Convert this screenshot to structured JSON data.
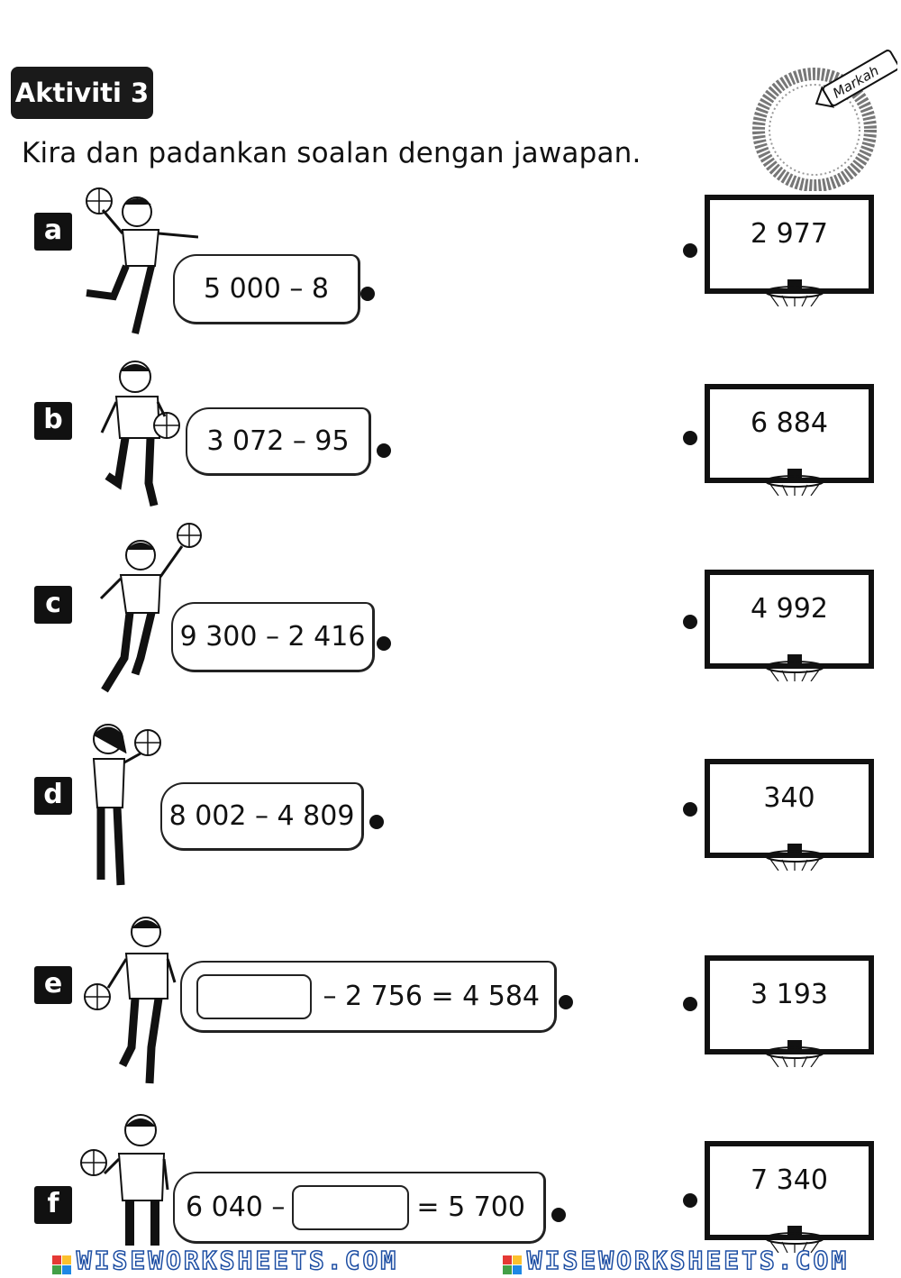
{
  "activity": {
    "label": "Aktiviti 3"
  },
  "instruction": "Kira dan padankan soalan dengan jawapan.",
  "seal": {
    "label": "Markah"
  },
  "questions": [
    {
      "letter": "a",
      "expr": "5 000 – 8"
    },
    {
      "letter": "b",
      "expr": "3 072 – 95"
    },
    {
      "letter": "c",
      "expr": "9 300 – 2 416"
    },
    {
      "letter": "d",
      "expr": "8 002 – 4 809"
    },
    {
      "letter": "e",
      "expr_after": "– 2 756 = 4 584"
    },
    {
      "letter": "f",
      "expr_before": "6 040 –",
      "expr_after": "= 5 700"
    }
  ],
  "answers": [
    "2 977",
    "6 884",
    "4 992",
    "340",
    "3 193",
    "7 340"
  ],
  "footer": {
    "text": "WISEWORKSHEETS.COM",
    "logo_colors": [
      "#e53935",
      "#fbc02d",
      "#43a047",
      "#1e88e5"
    ]
  },
  "colors": {
    "ink": "#111111",
    "footer_blue": "#1d4ea3"
  }
}
